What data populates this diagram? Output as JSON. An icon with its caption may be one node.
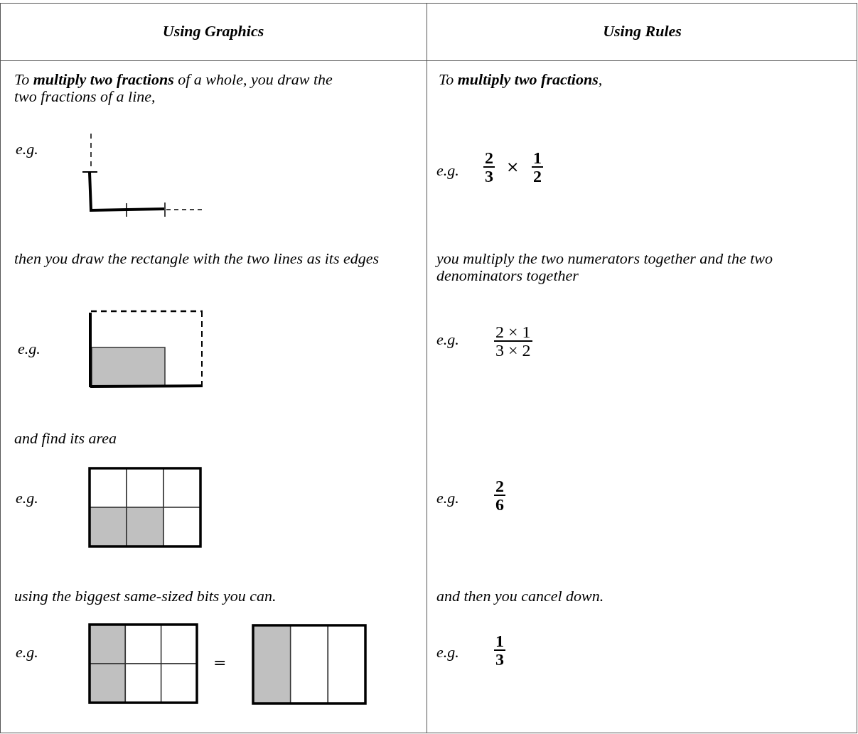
{
  "diagram": {
    "labels": [
      "Using Graphics",
      "Using Rules",
      "To **multiply two fractions** of a whole, you draw the two fractions of a line,",
      "To **multiply two fractions**,",
      "e.g.",
      "e.g.",
      "2",
      "3",
      "×",
      "1",
      "2",
      "then you draw the rectangle with the two lines as its edges",
      "you multiply the two numerators together and the two denominators together",
      "e.g.",
      "e.g.",
      "2 × 1",
      "3 × 2",
      "and find its area",
      "e.g.",
      "e.g.",
      "2",
      "6",
      "using the biggest same-sized bits you can.",
      "and then you cancel down.",
      "e.g.",
      "=",
      "e.g.",
      "1",
      "3"
    ]
  }
}
